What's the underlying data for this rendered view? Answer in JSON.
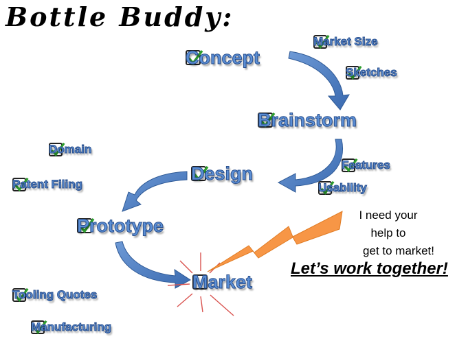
{
  "title": "Bottle Buddy:",
  "stages": {
    "concept": "Concept",
    "brainstorm": "Brainstorm",
    "design": "Design",
    "prototype": "Prototype",
    "market": "Market"
  },
  "tasks": {
    "market_size": "Market Size",
    "sketches": "Sketches",
    "domain": "Domain",
    "patent_filing": "Patent Filing",
    "features": "Features",
    "usability": "Usability",
    "tooling_quotes": "Tooling Quotes",
    "manufacturing": "Manufacturing"
  },
  "callout": {
    "line1": "I need your",
    "line2": "help to",
    "line3": "get to market!",
    "cta": "Let’s work together!"
  },
  "colors": {
    "stage_text": "#5b8fd6",
    "arrow": "#4f81bd",
    "check": "#2e9e2e",
    "bolt": "#f79646",
    "burst": "#d9534f"
  }
}
